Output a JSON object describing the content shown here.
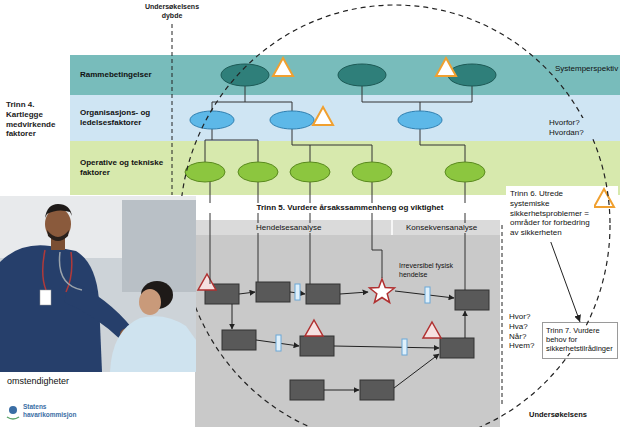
{
  "diagram": {
    "nodes": [
      {
        "text": [
          "Rammebetingelser"
        ]
      },
      {
        "text": [
          "Organisasjons- og ledelsesfaktorer"
        ]
      },
      {
        "text": [
          "Operative og tekniske faktorer"
        ]
      },
      {
        "text": [
          "Trinn 6. Utrede systemiske sikkerhetsproblemer = områder for forbedring av sikkerheten"
        ]
      },
      {
        "text": [
          "Trinn 7. Vurdere behov for sikkerhetstilrådinger"
        ]
      }
    ],
    "edges": [
      {
        "from": 3,
        "to": 4,
        "arrow": "to"
      }
    ],
    "labels": [
      "Undersøkelsens dybde",
      "Trinn 4. Kartlegge medvirkende faktorer",
      "Systemperspektiv",
      "Hvorfor? Hvordan?",
      "Trinn 5. Vurdere årsakssammenheng og viktighet",
      "Hendelsesanalyse",
      "Konsekvensanalyse",
      "Irreversibel fysisk hendelse",
      "Hvor? Hva? Når? Hvem?",
      "omstendigheter",
      "Statens havarikommisjon",
      "Undersøkelsens"
    ]
  }
}
